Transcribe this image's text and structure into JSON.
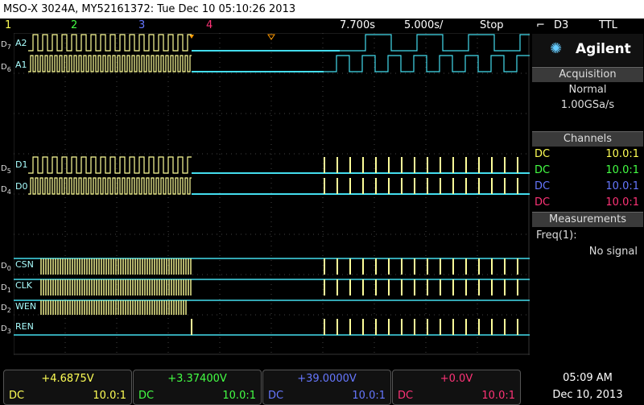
{
  "title": "MSO-X 3024A, MY52161372: Tue Dec 10 05:10:26 2013",
  "topbar": {
    "ch1": "1",
    "ch2": "2",
    "ch3": "3",
    "ch4": "4",
    "time_delay": "7.700s",
    "time_scale": "5.000s/",
    "run_state": "Stop",
    "trigger_icon": "trigger-slope-icon",
    "trigger_source": "D3",
    "trigger_level": "TTL"
  },
  "logic": {
    "labels": [
      {
        "ch": "D7",
        "name": "A2"
      },
      {
        "ch": "D6",
        "name": "A1"
      },
      {
        "ch": "D5",
        "name": "D1"
      },
      {
        "ch": "D4",
        "name": "D0"
      },
      {
        "ch": "D0",
        "name": "CSN"
      },
      {
        "ch": "D1",
        "name": "CLK"
      },
      {
        "ch": "D2",
        "name": "WEN"
      },
      {
        "ch": "D3",
        "name": "REN"
      }
    ]
  },
  "panel": {
    "brand": "Agilent",
    "acquisition_title": "Acquisition",
    "acq_mode": "Normal",
    "acq_rate": "1.00GSa/s",
    "channels_title": "Channels",
    "channels": [
      {
        "coupling": "DC",
        "ratio": "10.0:1",
        "color": "#ffff55"
      },
      {
        "coupling": "DC",
        "ratio": "10.0:1",
        "color": "#44ff44"
      },
      {
        "coupling": "DC",
        "ratio": "10.0:1",
        "color": "#6677ff"
      },
      {
        "coupling": "DC",
        "ratio": "10.0:1",
        "color": "#ff3377"
      }
    ],
    "measurements_title": "Measurements",
    "meas_name": "Freq(1):",
    "meas_value": "No signal"
  },
  "bottom": {
    "channels": [
      {
        "value": "+4.6875V",
        "coupling": "DC",
        "ratio": "10.0:1",
        "color": "#ffff55"
      },
      {
        "value": "+3.37400V",
        "coupling": "DC",
        "ratio": "10.0:1",
        "color": "#44ff44"
      },
      {
        "value": "+39.0000V",
        "coupling": "DC",
        "ratio": "10.0:1",
        "color": "#6677ff"
      },
      {
        "value": "+0.0V",
        "coupling": "DC",
        "ratio": "10.0:1",
        "color": "#ff3377"
      }
    ],
    "time": "05:09 AM",
    "date": "Dec 10, 2013"
  },
  "colors": {
    "ch1": "#ffff55",
    "ch2": "#44ff44",
    "ch3": "#6677ff",
    "ch4": "#ff3377",
    "trace_bus": "#44ddee",
    "trace_pulse": "#ffff99"
  }
}
